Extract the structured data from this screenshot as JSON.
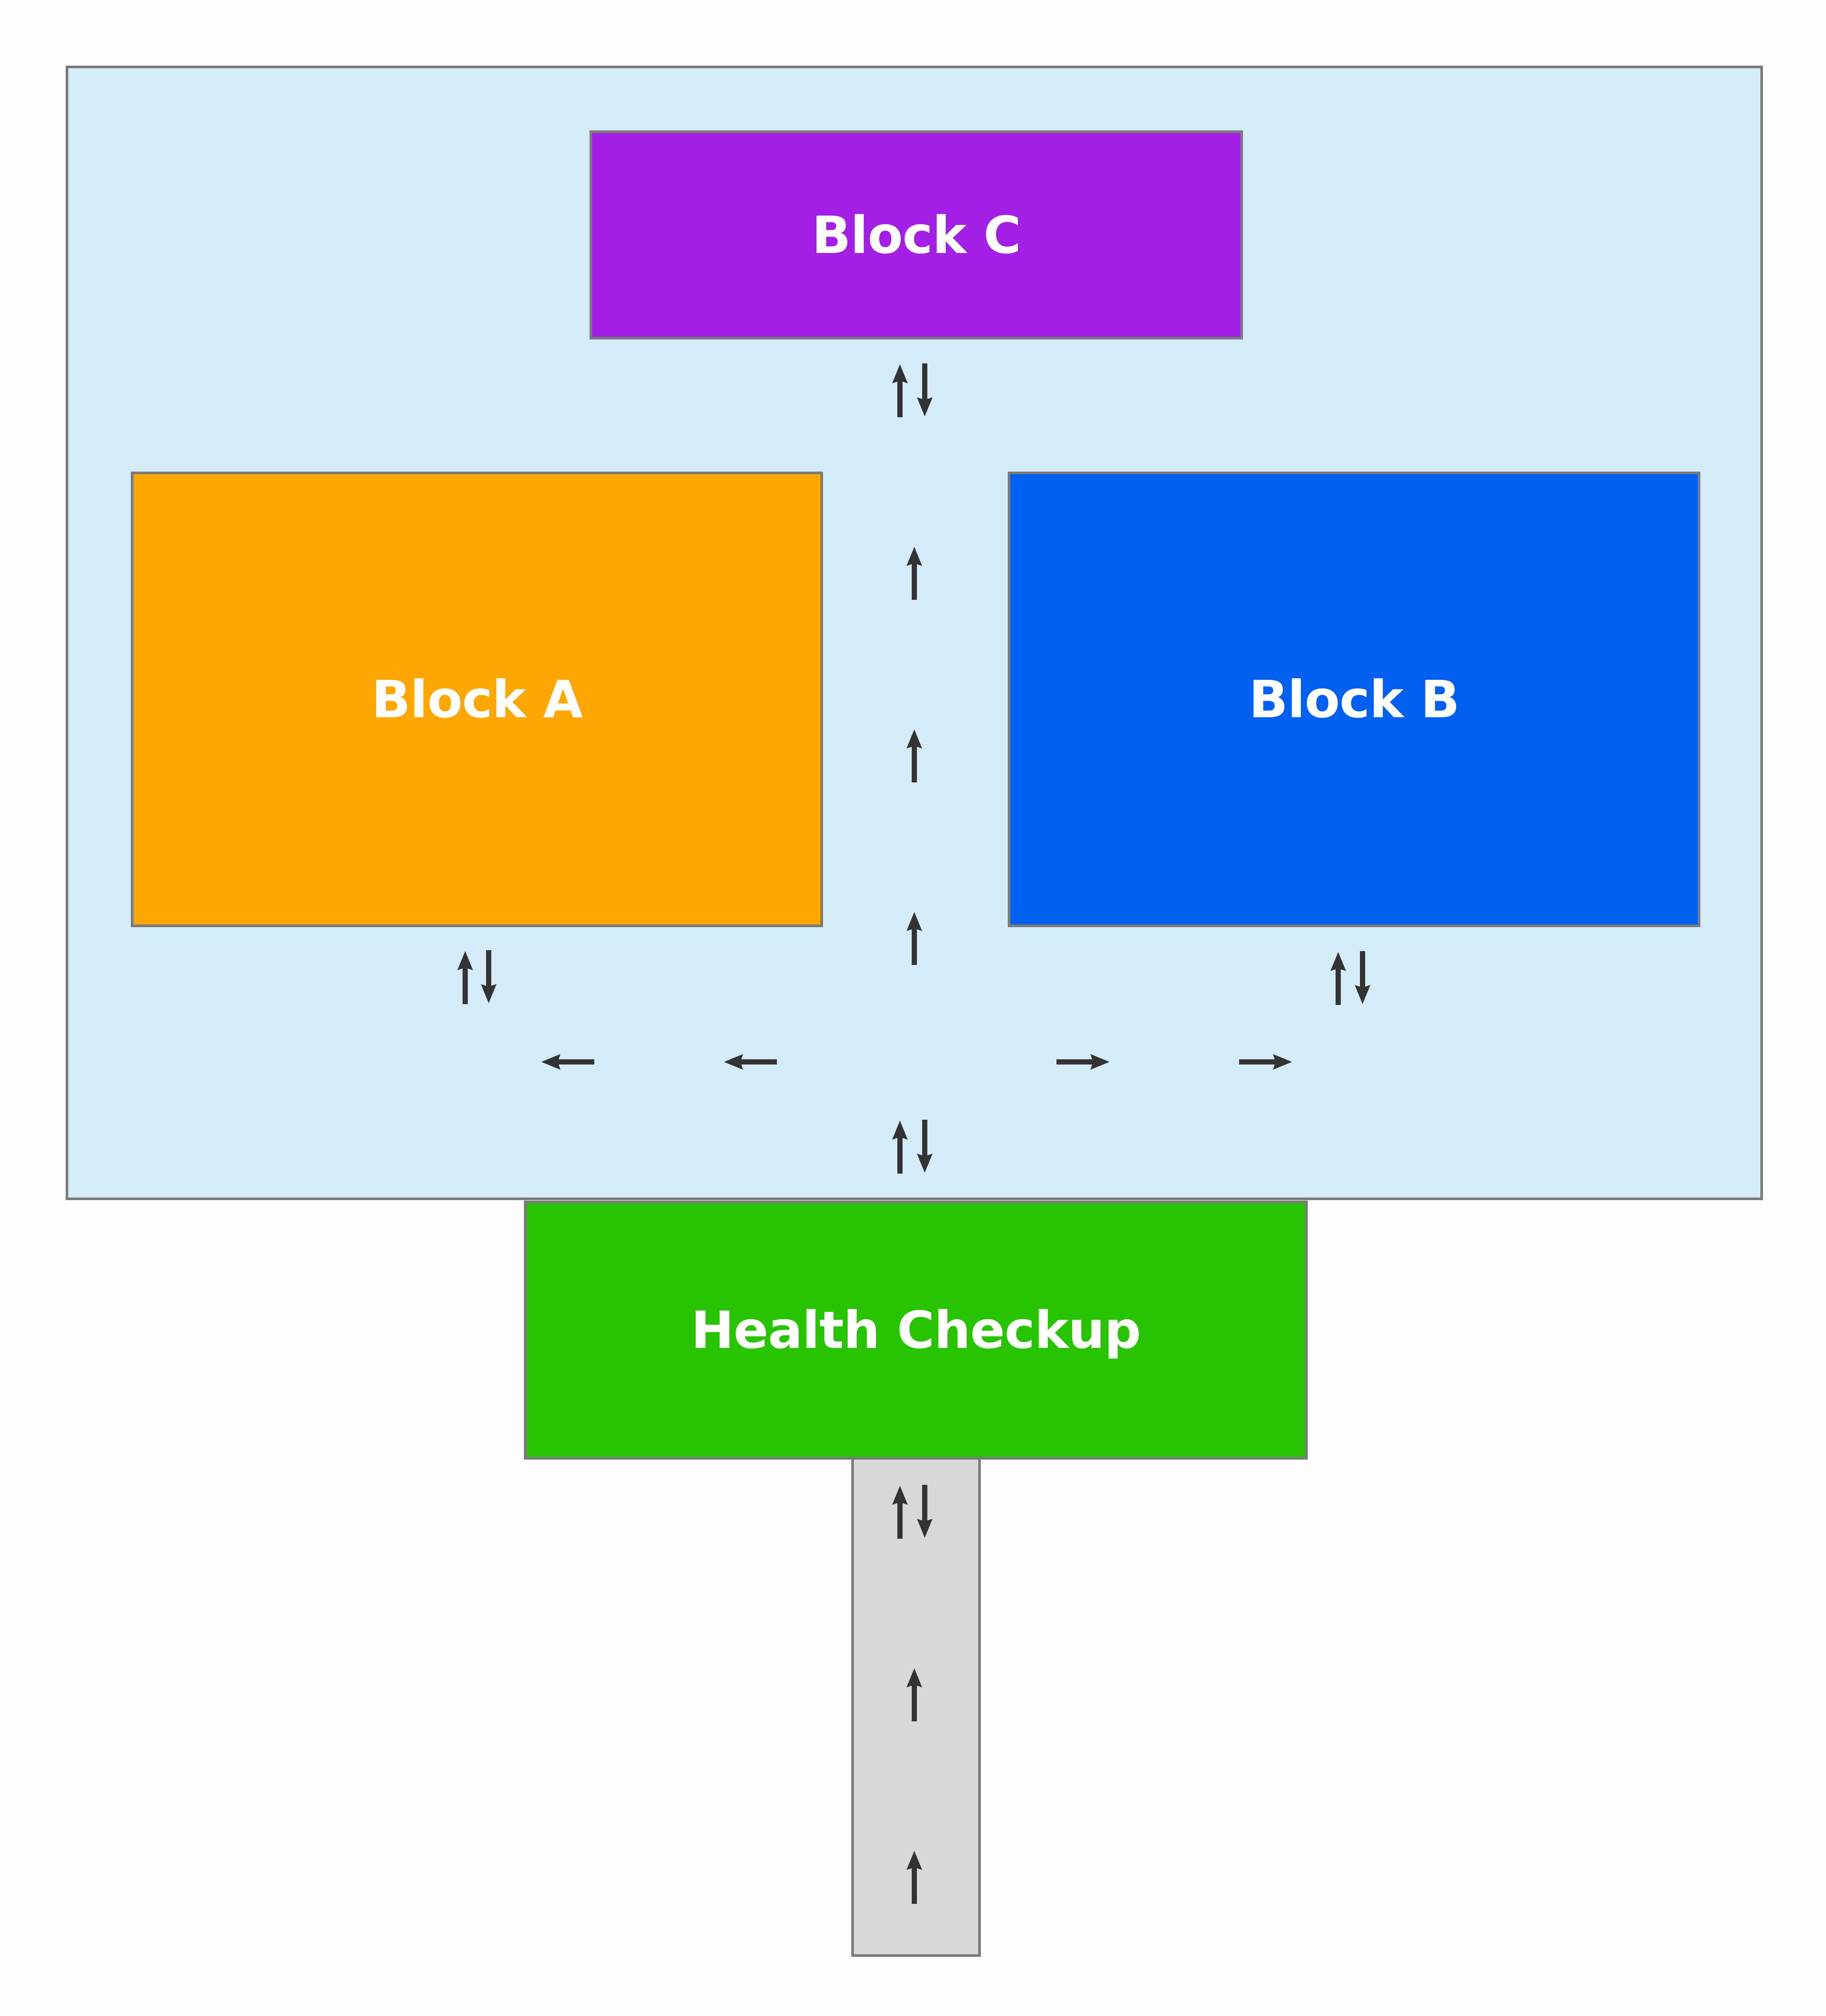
{
  "diagram": {
    "blocks": {
      "block_c": "Block C",
      "block_a": "Block A",
      "block_b": "Block B",
      "health_checkup": "Health Checkup"
    },
    "colors": {
      "campus": "#d4ebf8",
      "block_c": "#a41fe5",
      "block_a": "#fea601",
      "block_b": "#0160f0",
      "health_checkup": "#28c402",
      "road": "#d8d8d8",
      "arrow": "#333333"
    },
    "arrow_meaning": {
      "single": "one-way",
      "pair": "two-way"
    }
  }
}
